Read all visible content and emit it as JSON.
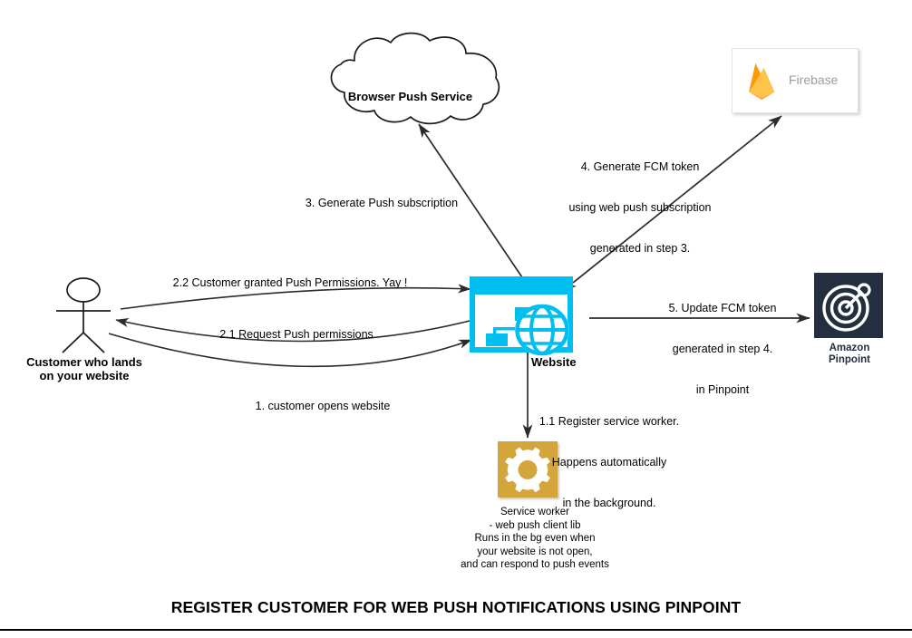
{
  "diagram": {
    "title": "REGISTER CUSTOMER FOR WEB PUSH NOTIFICATIONS USING PINPOINT",
    "colors": {
      "website_cyan": "#00BFF0",
      "service_worker_gold": "#D4A53B",
      "pinpoint_navy": "#232F3E",
      "firebase_orange": "#F5820B",
      "firebase_yellow": "#FFC24A",
      "firebase_label_gray": "#9E9E9E",
      "stroke_black": "#000000"
    },
    "nodes": [
      {
        "id": "browser-push-service",
        "label": "Browser Push Service",
        "shape": "cloud"
      },
      {
        "id": "firebase",
        "label": "Firebase",
        "shape": "card",
        "icon": "firebase-flame-icon"
      },
      {
        "id": "website",
        "label": "Website",
        "shape": "icon",
        "icon": "website-browser-globe-icon"
      },
      {
        "id": "amazon-pinpoint",
        "label": "Amazon\nPinpoint",
        "label_line1": "Amazon",
        "label_line2": "Pinpoint",
        "shape": "tile",
        "icon": "pinpoint-target-icon"
      },
      {
        "id": "service-worker",
        "label_line1": "Service worker",
        "label_line2": "-  web push client lib",
        "label_line3": "Runs in the bg even when",
        "label_line4": "your website is not open,",
        "label_line5": "and can respond to push events",
        "shape": "tile",
        "icon": "gear-icon"
      },
      {
        "id": "customer",
        "label_line1": "Customer who lands",
        "label_line2": "on your website",
        "shape": "stick-figure",
        "icon": "actor-icon"
      }
    ],
    "edges": [
      {
        "id": "step-1",
        "label": "1. customer opens website",
        "from": "customer",
        "to": "website",
        "style": "curved",
        "arrow": "single"
      },
      {
        "id": "step-1-1",
        "label_line1": "1.1 Register service worker.",
        "label_line2": "Happens automatically",
        "label_line3": "in the background.",
        "from": "website",
        "to": "service-worker",
        "style": "straight",
        "arrow": "single"
      },
      {
        "id": "step-2-1",
        "label": "2.1 Request Push permissions",
        "from": "website",
        "to": "customer",
        "style": "curved",
        "arrow": "single"
      },
      {
        "id": "step-2-2",
        "label": "2.2 Customer granted Push Permissions. Yay !",
        "from": "customer",
        "to": "website",
        "style": "curved",
        "arrow": "single"
      },
      {
        "id": "step-3",
        "label": "3. Generate Push subscription",
        "from": "website",
        "to": "browser-push-service",
        "style": "straight",
        "arrow": "double"
      },
      {
        "id": "step-4",
        "label_line1": "4. Generate FCM token",
        "label_line2": "using web push subscription",
        "label_line3": "generated in step 3.",
        "from": "website",
        "to": "firebase",
        "style": "straight",
        "arrow": "double"
      },
      {
        "id": "step-5",
        "label_line1": "5. Update FCM token",
        "label_line2": "generated in step 4.",
        "label_line3": "in Pinpoint",
        "from": "website",
        "to": "amazon-pinpoint",
        "style": "straight",
        "arrow": "single"
      }
    ]
  }
}
